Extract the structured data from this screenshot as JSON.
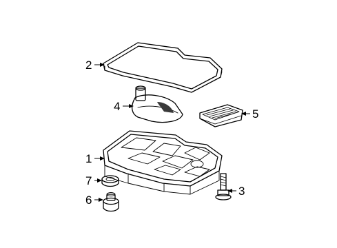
{
  "callouts": [
    {
      "id": "1",
      "label": "1",
      "part": "oil-pan"
    },
    {
      "id": "2",
      "label": "2",
      "part": "pan-gasket"
    },
    {
      "id": "3",
      "label": "3",
      "part": "bolt"
    },
    {
      "id": "4",
      "label": "4",
      "part": "filter"
    },
    {
      "id": "5",
      "label": "5",
      "part": "screen-filter"
    },
    {
      "id": "6",
      "label": "6",
      "part": "drain-plug"
    },
    {
      "id": "7",
      "label": "7",
      "part": "seal-ring"
    }
  ]
}
